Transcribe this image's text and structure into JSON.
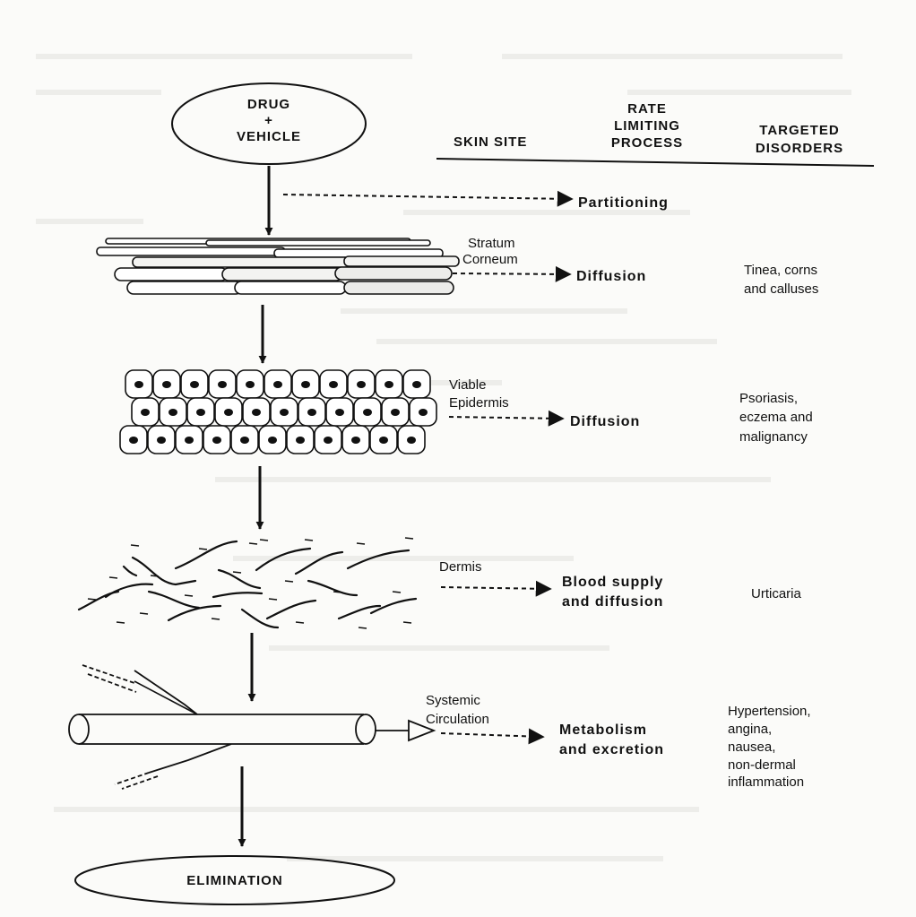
{
  "headers": {
    "skin_site": "SKIN SITE",
    "rate_limiting_process": [
      "RATE",
      "LIMITING",
      "PROCESS"
    ],
    "targeted_disorders": [
      "TARGETED",
      "DISORDERS"
    ]
  },
  "start_node": [
    "DRUG",
    "+",
    "VEHICLE"
  ],
  "end_node": "ELIMINATION",
  "partitioning": "Partitioning",
  "stages": [
    {
      "id": "stratum-corneum",
      "site": [
        "Stratum",
        "Corneum"
      ],
      "process": [
        "Diffusion"
      ],
      "disorders": [
        "Tinea, corns",
        "and calluses"
      ]
    },
    {
      "id": "viable-epidermis",
      "site": [
        "Viable",
        "Epidermis"
      ],
      "process": [
        "Diffusion"
      ],
      "disorders": [
        "Psoriasis,",
        "eczema and",
        "malignancy"
      ]
    },
    {
      "id": "dermis",
      "site": [
        "Dermis"
      ],
      "process": [
        "Blood supply",
        "and diffusion"
      ],
      "disorders": [
        "Urticaria"
      ]
    },
    {
      "id": "systemic-circulation",
      "site": [
        "Systemic",
        "Circulation"
      ],
      "process": [
        "Metabolism",
        "and excretion"
      ],
      "disorders": [
        "Hypertension,",
        "angina,",
        "nausea,",
        "non-dermal",
        "inflammation"
      ]
    }
  ],
  "colors": {
    "ink": "#111111",
    "paper": "#fbfbf9"
  }
}
